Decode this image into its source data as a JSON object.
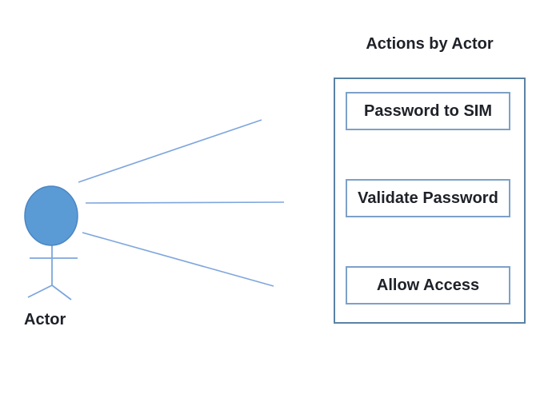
{
  "diagram": {
    "title": "Actions by Actor",
    "actor": {
      "label": "Actor"
    },
    "actions": [
      {
        "label": "Password to SIM"
      },
      {
        "label": "Validate Password"
      },
      {
        "label": "Allow Access"
      }
    ],
    "connectors": [
      {
        "from": "actor",
        "to": "Password to SIM"
      },
      {
        "from": "actor",
        "to": "Validate Password"
      },
      {
        "from": "actor",
        "to": "Allow Access"
      }
    ],
    "colors": {
      "actor_fill": "#5B9BD5",
      "actor_outline": "#4A86C4",
      "connector": "#7EA6DC",
      "container_border": "#5A82A5",
      "action_border": "#7DA0C8",
      "text": "#1E2128"
    }
  }
}
